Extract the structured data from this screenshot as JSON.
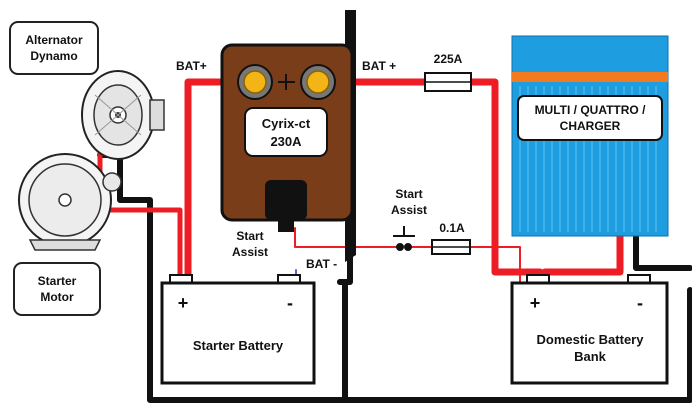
{
  "labels": {
    "alternator_line1": "Alternator",
    "alternator_line2": "Dynamo",
    "starter_motor_line1": "Starter",
    "starter_motor_line2": "Motor",
    "bat_plus_left": "BAT+",
    "bat_plus_right": "BAT +",
    "bat_minus": "BAT -",
    "fuse_main": "225A",
    "fuse_small": "0.1A",
    "cyrix_line1": "Cyrix-ct",
    "cyrix_line2": "230A",
    "start_assist_top_line1": "Start",
    "start_assist_top_line2": "Assist",
    "start_assist_left_line1": "Start",
    "start_assist_left_line2": "Assist",
    "charger_line1": "MULTI / QUATTRO /",
    "charger_line2": "CHARGER",
    "starter_battery": "Starter Battery",
    "domestic_line1": "Domestic Battery",
    "domestic_line2": "Bank",
    "plus_sign": "+",
    "minus_sign": "-"
  },
  "colors": {
    "wire_positive": "#ee1c24",
    "wire_negative": "#111111",
    "cyrix_body": "#7a3d1a",
    "terminal": "#f2b417",
    "charger_blue": "#1e9ee0",
    "charger_orange": "#f47a20"
  }
}
